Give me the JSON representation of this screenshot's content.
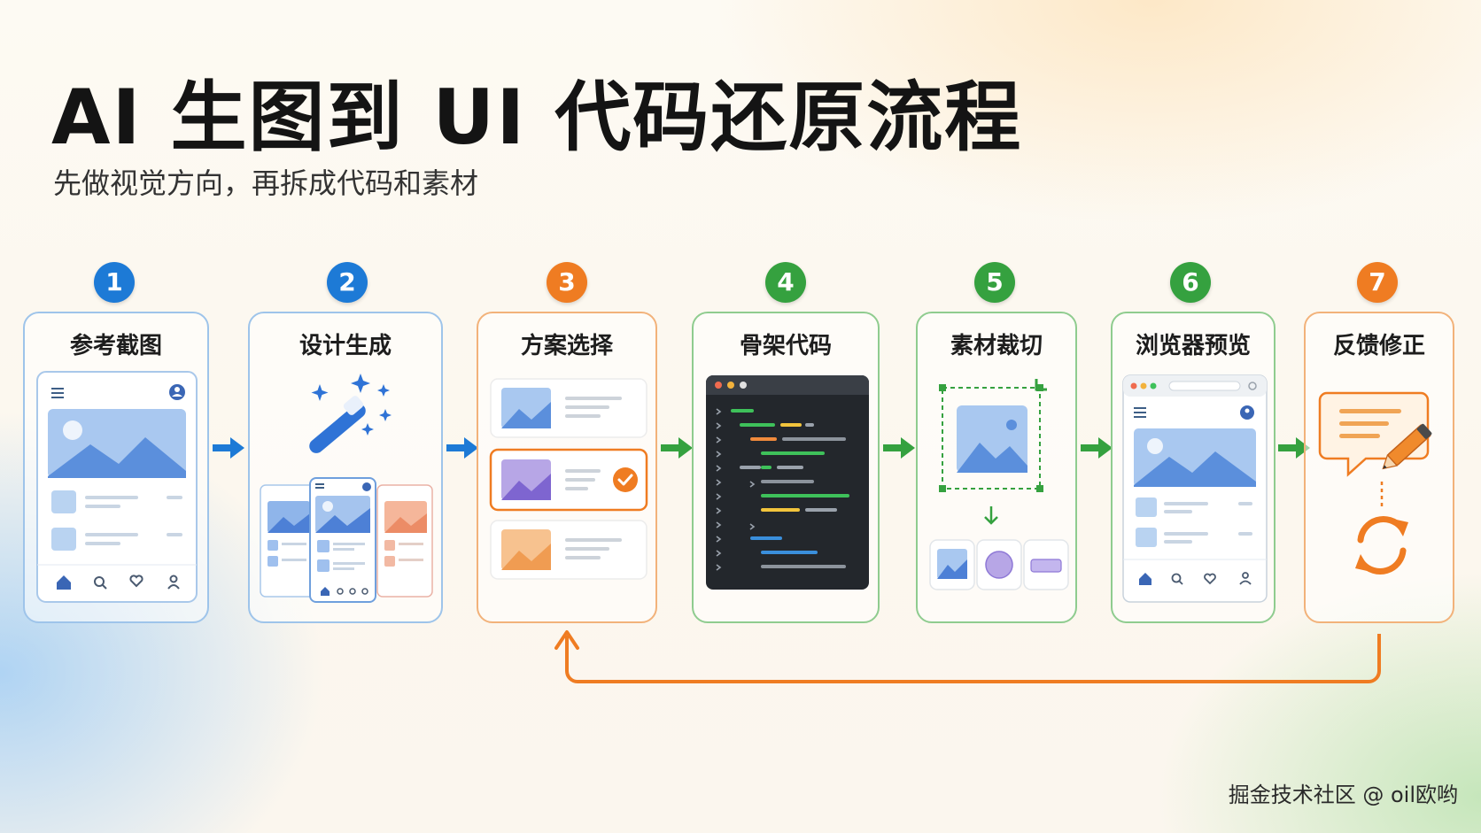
{
  "title": "AI 生图到 UI 代码还原流程",
  "subtitle": "先做视觉方向，再拆成代码和素材",
  "steps": [
    {
      "number": "1",
      "label": "参考截图",
      "color": "#1d7ad6"
    },
    {
      "number": "2",
      "label": "设计生成",
      "color": "#1d7ad6"
    },
    {
      "number": "3",
      "label": "方案选择",
      "color": "#ef7c22"
    },
    {
      "number": "4",
      "label": "骨架代码",
      "color": "#35a13f"
    },
    {
      "number": "5",
      "label": "素材裁切",
      "color": "#35a13f"
    },
    {
      "number": "6",
      "label": "浏览器预览",
      "color": "#35a13f"
    },
    {
      "number": "7",
      "label": "反馈修正",
      "color": "#ef7c22"
    }
  ],
  "colors": {
    "blue": "#1d7ad6",
    "orange": "#ef7c22",
    "green": "#35a13f"
  },
  "icons": [
    "magic-wand-icon",
    "check-icon",
    "pencil-icon",
    "refresh-icon",
    "home-icon",
    "search-icon",
    "heart-icon",
    "user-icon",
    "menu-icon"
  ],
  "watermark": "掘金技术社区 @ oil欧哟"
}
